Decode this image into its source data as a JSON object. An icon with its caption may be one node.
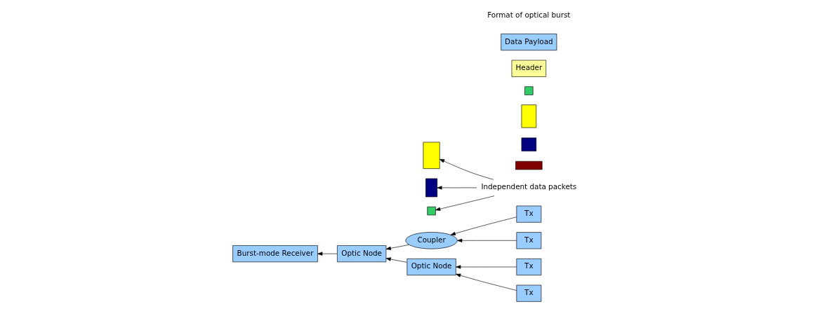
{
  "diagram": {
    "nodes": [
      {
        "text": [
          "Burst-mode Receiver"
        ]
      },
      {
        "text": [],
        "shape": "box"
      },
      {
        "text": [],
        "shape": "box"
      },
      {
        "text": [],
        "shape": "box"
      },
      {
        "text": [
          "Optic Node"
        ]
      },
      {
        "text": [],
        "shape": "box"
      },
      {
        "text": [],
        "shape": "box"
      },
      {
        "text": [
          "Tx"
        ]
      },
      {
        "text": [
          "Coupler"
        ]
      },
      {
        "text": [
          "Tx"
        ]
      },
      {
        "text": [
          "Independent data packets"
        ]
      },
      {
        "text": [],
        "shape": "box"
      },
      {
        "text": [
          "Tx"
        ]
      },
      {
        "text": [
          "Optic Node"
        ]
      },
      {
        "text": [],
        "shape": "box"
      },
      {
        "text": [
          "Tx"
        ]
      },
      {
        "text": [
          "Header"
        ]
      },
      {
        "text": [
          "Data Payload"
        ]
      }
    ],
    "edges": [
      {
        "from": 7,
        "to": 8,
        "arrow": "to"
      },
      {
        "from": 9,
        "to": 8,
        "arrow": "to"
      },
      {
        "from": 8,
        "to": 4,
        "arrow": "to"
      },
      {
        "from": 13,
        "to": 4,
        "arrow": "to"
      },
      {
        "from": 12,
        "to": 13,
        "arrow": "to"
      },
      {
        "from": 15,
        "to": 13,
        "arrow": "to"
      },
      {
        "from": 4,
        "to": 0,
        "arrow": "to"
      },
      {
        "from": 10,
        "to": 1,
        "arrow": "to"
      },
      {
        "from": 10,
        "to": 2,
        "arrow": "to"
      },
      {
        "from": 10,
        "to": 3,
        "arrow": "to"
      }
    ],
    "labels": [
      "Format of optical burst"
    ]
  }
}
